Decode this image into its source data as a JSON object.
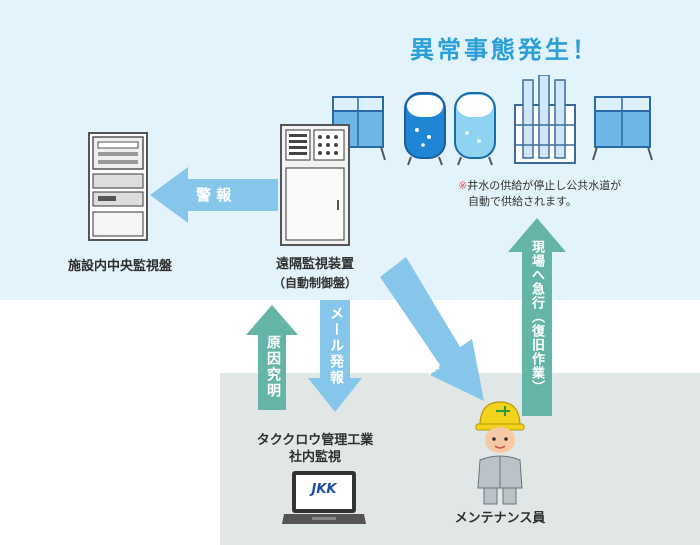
{
  "headline": "異常事態発生！",
  "note_line1": "※井水の供給が停止し公共水道が",
  "note_line2": "自動で供給されます。",
  "note_mark_color": "#e05a5a",
  "labels": {
    "central_panel": "施設内中央監視盤",
    "remote_device": "遠隔監視装置",
    "remote_device_sub": "（自動制御盤）",
    "company_line1": "タククロウ管理工業",
    "company_line2": "社内監視",
    "maintenance": "メンテナンス員"
  },
  "arrows": {
    "alarm": "警 報",
    "mail_report_left": "メール発報",
    "cause": "原因究明",
    "mail_report_right": "メール発報",
    "rush": "現場へ急行（復旧作業）"
  },
  "laptop_logo": "JKK",
  "colors": {
    "sky": "#e3f3fb",
    "arrow_blue": "#86c6ea",
    "arrow_teal": "#64b5a8",
    "headline": "#2b9fd8",
    "panel_gray": "#e1e7e6"
  }
}
